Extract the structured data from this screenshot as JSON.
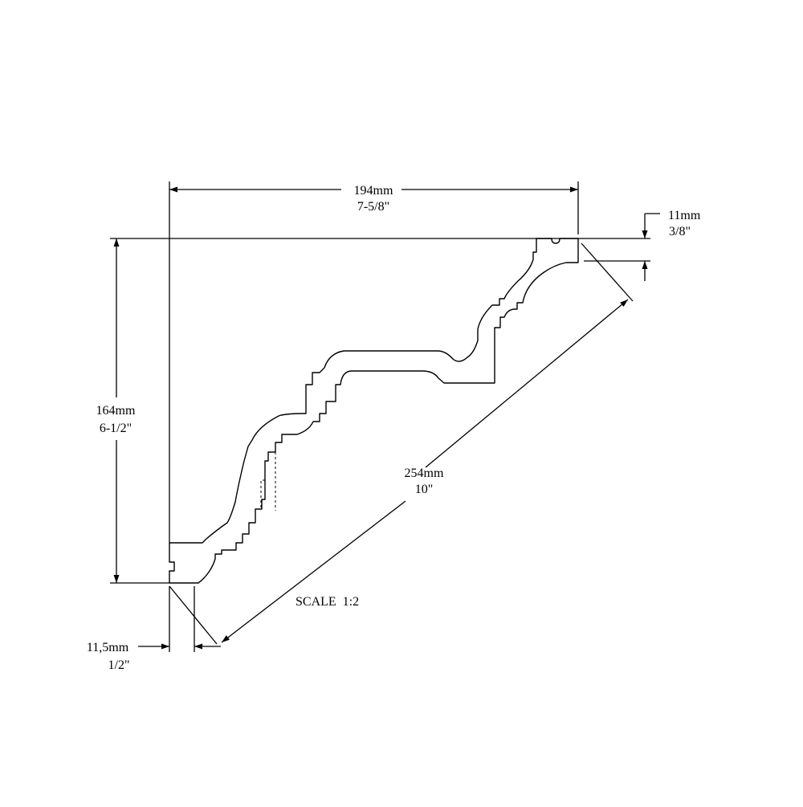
{
  "dimensions": {
    "width": {
      "mm": "194mm",
      "inch": "7-5/8\""
    },
    "height": {
      "mm": "164mm",
      "inch": "6-1/2\""
    },
    "diagonal": {
      "mm": "254mm",
      "inch": "10\""
    },
    "top_edge": {
      "mm": "11mm",
      "inch": "3/8\""
    },
    "bottom_edge": {
      "mm": "11,5mm",
      "inch": "1/2\""
    }
  },
  "scale_label": "SCALE  1:2"
}
